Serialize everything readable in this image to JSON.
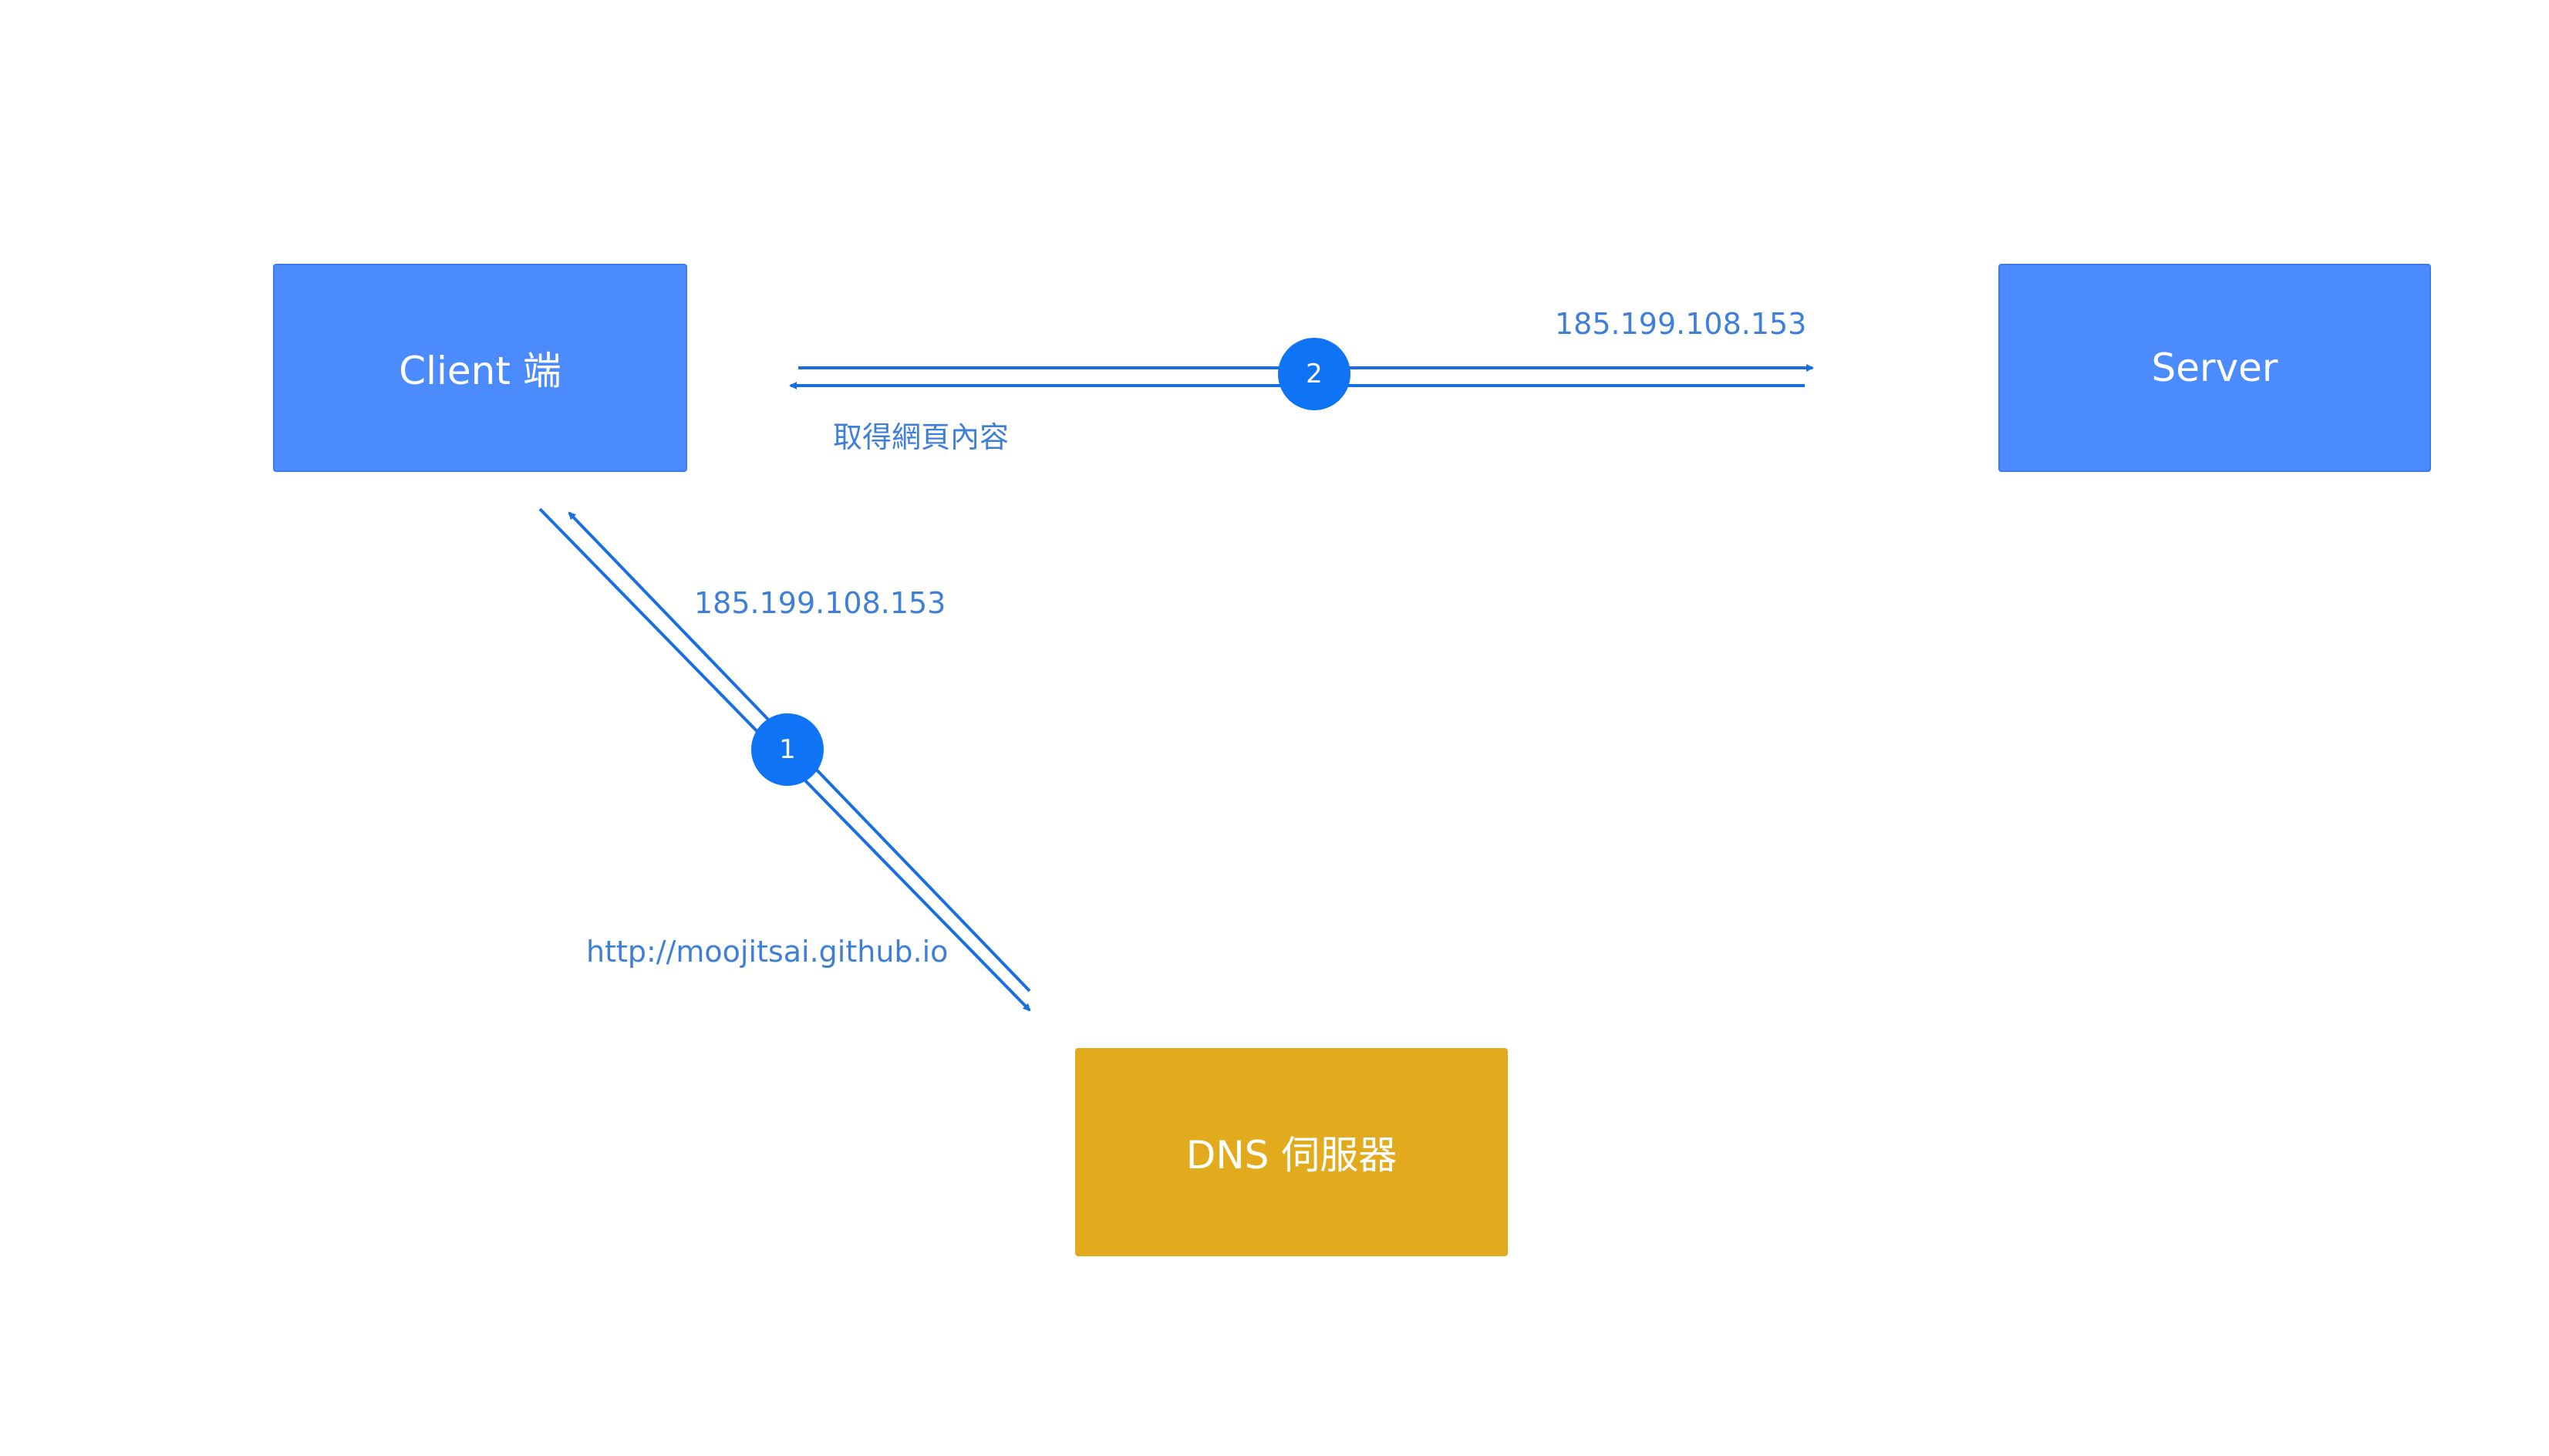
{
  "colors": {
    "node_blue": "#4b8bfd",
    "node_blue_border": "#3d7cf0",
    "node_yellow": "#e2ab1e",
    "arrow_blue": "#1a6fe0",
    "step_blue": "#0f73f5",
    "label_blue": "#3f7fd6",
    "node_text": "#ffffff"
  },
  "nodes": {
    "client": {
      "label": "Client 端"
    },
    "server": {
      "label": "Server"
    },
    "dns": {
      "label": "DNS 伺服器"
    }
  },
  "steps": {
    "step1": {
      "number": "1"
    },
    "step2": {
      "number": "2"
    }
  },
  "labels": {
    "client_server_request": "185.199.108.153",
    "client_server_response": "取得網頁內容",
    "dns_response": "185.199.108.153",
    "dns_request": "http://moojitsai.github.io"
  }
}
